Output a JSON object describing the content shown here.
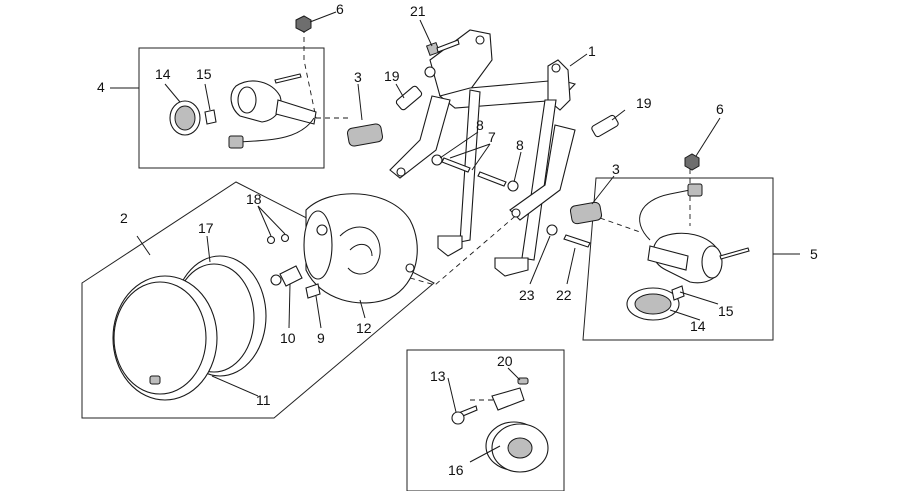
{
  "callouts": [
    {
      "id": "c1",
      "text": "1"
    },
    {
      "id": "c2",
      "text": "2"
    },
    {
      "id": "c3a",
      "text": "3"
    },
    {
      "id": "c3b",
      "text": "3"
    },
    {
      "id": "c4",
      "text": "4"
    },
    {
      "id": "c5",
      "text": "5"
    },
    {
      "id": "c6a",
      "text": "6"
    },
    {
      "id": "c6b",
      "text": "6"
    },
    {
      "id": "c7",
      "text": "7"
    },
    {
      "id": "c8a",
      "text": "8"
    },
    {
      "id": "c8b",
      "text": "8"
    },
    {
      "id": "c9",
      "text": "9"
    },
    {
      "id": "c10",
      "text": "10"
    },
    {
      "id": "c11",
      "text": "11"
    },
    {
      "id": "c12",
      "text": "12"
    },
    {
      "id": "c13",
      "text": "13"
    },
    {
      "id": "c14a",
      "text": "14"
    },
    {
      "id": "c14b",
      "text": "14"
    },
    {
      "id": "c15a",
      "text": "15"
    },
    {
      "id": "c15b",
      "text": "15"
    },
    {
      "id": "c16",
      "text": "16"
    },
    {
      "id": "c17",
      "text": "17"
    },
    {
      "id": "c18",
      "text": "18"
    },
    {
      "id": "c19a",
      "text": "19"
    },
    {
      "id": "c19b",
      "text": "19"
    },
    {
      "id": "c20",
      "text": "20"
    },
    {
      "id": "c21",
      "text": "21"
    },
    {
      "id": "c22",
      "text": "22"
    },
    {
      "id": "c23",
      "text": "23"
    }
  ]
}
